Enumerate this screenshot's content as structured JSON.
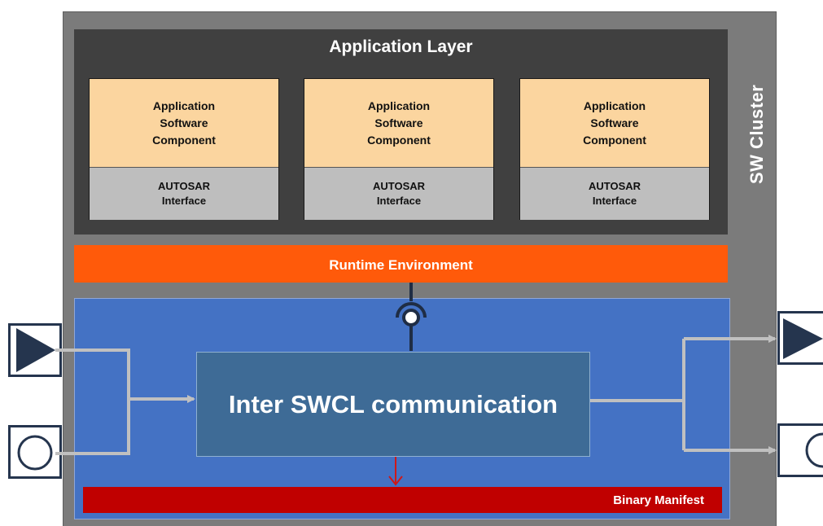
{
  "cluster": {
    "label": "SW Cluster"
  },
  "application_layer": {
    "title": "Application Layer",
    "components": [
      {
        "name": "Application\nSoftware\nComponent",
        "interface": "AUTOSAR\nInterface"
      },
      {
        "name": "Application\nSoftware\nComponent",
        "interface": "AUTOSAR\nInterface"
      },
      {
        "name": "Application\nSoftware\nComponent",
        "interface": "AUTOSAR\nInterface"
      }
    ]
  },
  "runtime_environment": {
    "label": "Runtime Environment"
  },
  "inter_communication": {
    "label": "Inter SWCL communication"
  },
  "binary_manifest": {
    "label": "Binary Manifest"
  },
  "colors": {
    "cluster": "#7b7b7b",
    "application_layer": "#404040",
    "software_component": "#fbd59f",
    "autosar_interface": "#bebebe",
    "runtime_environment": "#ff5a0a",
    "platform": "#4472c4",
    "inter_communication": "#3e6b96",
    "binary_manifest": "#c00000",
    "port_outline": "#25354e",
    "connector": "#c0c0c0"
  },
  "ports": {
    "left": [
      "provided-port-icon",
      "required-port-icon"
    ],
    "right": [
      "provided-port-icon",
      "required-port-icon"
    ]
  }
}
